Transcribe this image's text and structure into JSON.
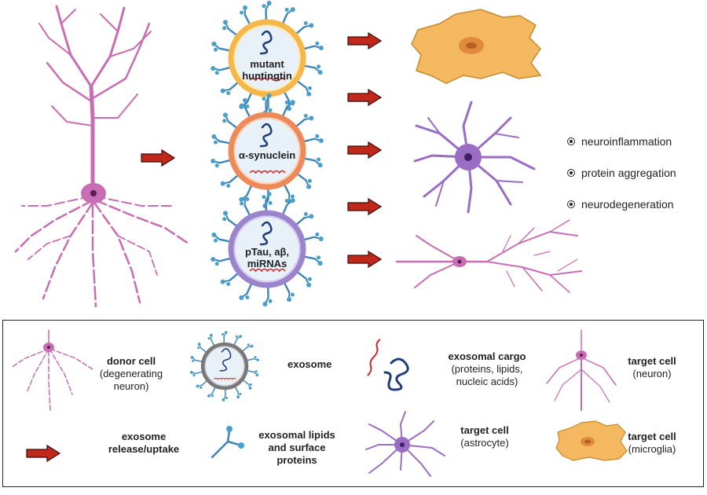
{
  "vesicles": [
    {
      "label": "mutant huntingtin",
      "ring": "#f5b64a",
      "ring_inner": "#ffe9a8"
    },
    {
      "label": "α-synuclein",
      "ring": "#ee8a5a",
      "ring_inner": "#ffd0b0"
    },
    {
      "label": "pTau, aβ, miRNAs",
      "ring": "#9b84cc",
      "ring_inner": "#d7c9f1"
    }
  ],
  "effects": [
    "neuroinflammation",
    "protein aggregation",
    "neurodegeneration"
  ],
  "legend": {
    "donor": {
      "title": "donor cell",
      "sub": "(degenerating neuron)"
    },
    "exosome": {
      "title": "exosome"
    },
    "cargo": {
      "title": "exosomal cargo",
      "sub": "(proteins, lipids, nucleic acids)"
    },
    "target_neuron": {
      "title": "target cell",
      "sub": "(neuron)"
    },
    "arrow": {
      "title": "exosome release/uptake"
    },
    "lipids": {
      "title": "exosomal lipids and surface proteins"
    },
    "target_astrocyte": {
      "title": "target cell",
      "sub": "(astrocyte)"
    },
    "target_microglia": {
      "title": "target cell",
      "sub": "(microglia)"
    }
  },
  "colors": {
    "neuron": "#c86cb4",
    "astrocyte": "#9a6cc4",
    "microglia": "#f4b860",
    "arrow": "#c0281c",
    "spike": "#4a9ecc",
    "dna": "#cc2a2a",
    "protein": "#1f3c7a"
  }
}
